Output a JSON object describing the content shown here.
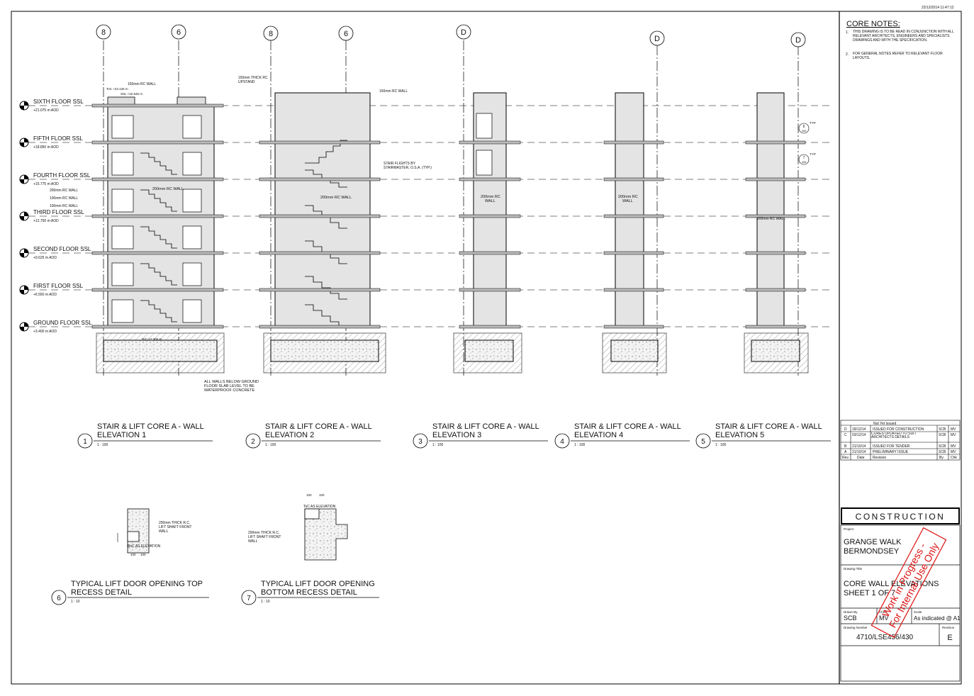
{
  "timestamp": "22/12/2014 11:47:12",
  "core_notes": {
    "title": "CORE NOTES:",
    "items": [
      "THIS DRAWING IS TO BE READ IN CONJUNCTION WITH ALL RELEVANT ARCHITECTS, ENGINEERS AND SPECIALISTS DRAWINGS AND WITH THE SPECIFICATION.",
      "FOR GENERAL NOTES REFER TO RELEVANT FLOOR LAYOUTS."
    ],
    "numbers": [
      "1.",
      "2."
    ]
  },
  "revisions": {
    "top_note": "Not Yet Issued",
    "rows": [
      {
        "rev": "D",
        "date": "18/12/14",
        "desc": "ISSUED FOR CONSTRUCTION",
        "by": "SCB",
        "chk": "MV"
      },
      {
        "rev": "C",
        "date": "03/12/14",
        "desc": "CORES UPDATED TO SUIT ARCHITECTS DETAILS",
        "by": "SCB",
        "chk": "MV"
      },
      {
        "rev": "B",
        "date": "21/10/14",
        "desc": "ISSUED FOR TENDER",
        "by": "SCB",
        "chk": "MV"
      },
      {
        "rev": "A",
        "date": "21/10/14",
        "desc": "PRELIMINARY ISSUE",
        "by": "SCB",
        "chk": "MV"
      }
    ],
    "header": {
      "rev": "Rev.",
      "date": "Date",
      "desc": "Revision",
      "by": "By",
      "chk": "Chk"
    }
  },
  "title_block": {
    "status": "CONSTRUCTION",
    "project_label": "Project",
    "project_line1": "GRANGE WALK",
    "project_line2": "BERMONDSEY",
    "drawing_title_label": "Drawing Title",
    "title_line1": "CORE WALL ELEVATIONS",
    "title_line2": "SHEET 1 OF 7",
    "drawn_by_label": "Drawn By",
    "drawn_by": "SCB",
    "checked_label": "Chk'd",
    "checked_by": "MV",
    "scale_label": "Scale",
    "scale": "As indicated @ A1",
    "drawing_number_label": "Drawing Number",
    "drawing_number": "4710/LSE456/430",
    "revision_label": "Revision",
    "revision": "E",
    "stamp_line1": "Work in Progress -",
    "stamp_line2": "For Internal Use Only"
  },
  "elevations": [
    {
      "num": "1",
      "title1": "STAIR & LIFT CORE A - WALL",
      "title2": "ELEVATION 1",
      "scale": "1 : 100",
      "grid": [
        "8",
        "6"
      ]
    },
    {
      "num": "2",
      "title1": "STAIR & LIFT CORE A - WALL",
      "title2": "ELEVATION 2",
      "scale": "1 : 100",
      "grid": [
        "8",
        "6"
      ]
    },
    {
      "num": "3",
      "title1": "STAIR & LIFT CORE A - WALL",
      "title2": "ELEVATION 3",
      "scale": "1 : 100",
      "grid": [
        "D"
      ]
    },
    {
      "num": "4",
      "title1": "STAIR & LIFT CORE A - WALL",
      "title2": "ELEVATION 4",
      "scale": "1 : 100",
      "grid": [
        "D"
      ]
    },
    {
      "num": "5",
      "title1": "STAIR & LIFT CORE A - WALL",
      "title2": "ELEVATION 5",
      "scale": "1 : 100",
      "grid": [
        "D"
      ]
    }
  ],
  "details": [
    {
      "num": "6",
      "title1": "TYPICAL LIFT DOOR OPENING TOP",
      "title2": "RECESS DETAIL",
      "scale": "1 : 10"
    },
    {
      "num": "7",
      "title1": "TYPICAL LIFT DOOR OPENING",
      "title2": "BOTTOM RECESS DETAIL",
      "scale": "1 : 10"
    }
  ],
  "levels": [
    {
      "name": "SIXTH FLOOR SSL",
      "aod": "+21.075 m AOD"
    },
    {
      "name": "FIFTH FLOOR SSL",
      "aod": "+18.850 m AOD"
    },
    {
      "name": "FOURTH FLOOR SSL",
      "aod": "+15.775 m AOD"
    },
    {
      "name": "THIRD FLOOR SSL",
      "aod": "+12.700 m AOD"
    },
    {
      "name": "SECOND FLOOR SSL",
      "aod": "+9.625 m AOD"
    },
    {
      "name": "FIRST FLOOR SSL",
      "aod": "+6.550 m AOD"
    },
    {
      "name": "GROUND FLOOR SSL",
      "aod": "+3.400 m AOD"
    }
  ],
  "annotations": {
    "e1_top_wall": "150mm RC WALL",
    "e1_wall_200": "200mm RC WALL",
    "e1_walls": [
      "200mm RC WALL",
      "100mm RC WALL",
      "100mm RC WALL"
    ],
    "e1_below_ground": [
      "ALL WALLS BELOW GROUND",
      "FLOOR SLAB LEVEL TO BE",
      "WATERPROOF CONCRETE"
    ],
    "e2_upstand": [
      "150mm THICK RC",
      "UPSTAND"
    ],
    "e2_top_wall": "150mm RC WALL",
    "e2_stairs": [
      "STAIR FLIGHTS BY",
      "STAIRMASTER, O.S.A. (TYP.)"
    ],
    "e2_wall_200": "200mm RC WALL",
    "e3_wall": [
      "200mm RC",
      "WALL"
    ],
    "e4_wall": [
      "200mm RC",
      "WALL"
    ],
    "e5_wall": "200mm RC WALL",
    "e5_tags": [
      "6",
      "430",
      "7",
      "430"
    ],
    "e5_typ": "TYP",
    "d6_notes": [
      "200mm THICK R.C.",
      "LIFT SHAFT FRONT",
      "WALL"
    ],
    "d6_boc": "BoC AS ELEVATION",
    "d6_dims": [
      "100",
      "100"
    ],
    "d7_toc": "ToC AS ELEVATION",
    "d7_notes": [
      "200mm THICK R.C.",
      "LIFT SHAFT FRONT",
      "WALL"
    ],
    "d7_dims": [
      "100",
      "100"
    ],
    "toc_top": "ToC +23.125 m",
    "ssl_top": "SSL +22.545 m",
    "toc_base": "ToC +2.300 m"
  }
}
